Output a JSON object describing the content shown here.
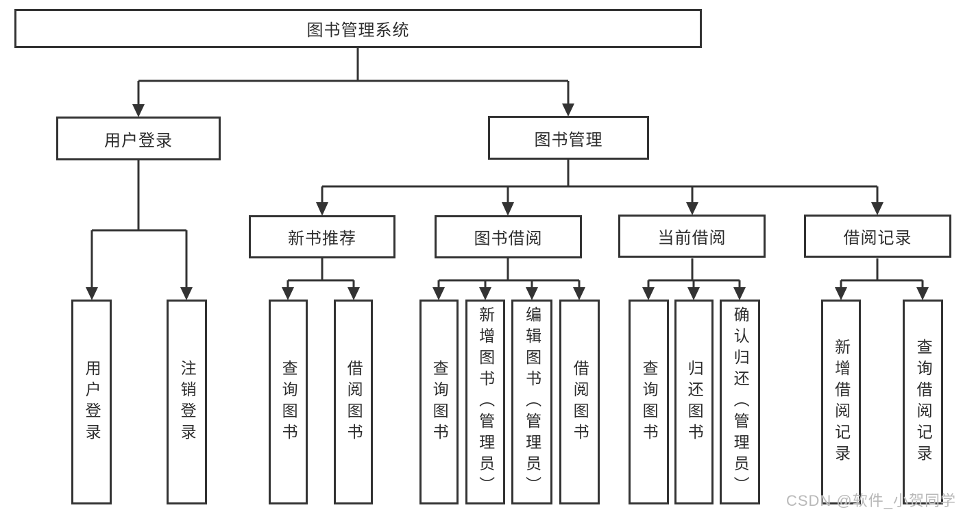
{
  "diagram": {
    "root": "图书管理系统",
    "level2": [
      "用户登录",
      "图书管理"
    ],
    "level3": [
      "新书推荐",
      "图书借阅",
      "当前借阅",
      "借阅记录"
    ],
    "leaves": {
      "userLogin": [
        "用户登录",
        "注销登录"
      ],
      "newBook": [
        "查询图书",
        "借阅图书"
      ],
      "bookBorrow": [
        "查询图书",
        "新增图书（管理员）",
        "编辑图书（管理员）",
        "借阅图书"
      ],
      "currentBorrow": [
        "查询图书",
        "归还图书",
        "确认归还（管理员）"
      ],
      "records": [
        "新增借阅记录",
        "查询借阅记录"
      ]
    }
  },
  "watermark": "CSDN @软件_小贺同学",
  "colors": {
    "line": "#333333",
    "text": "#2d2d2d",
    "watermark": "#b9b9b9",
    "background": "#ffffff"
  }
}
